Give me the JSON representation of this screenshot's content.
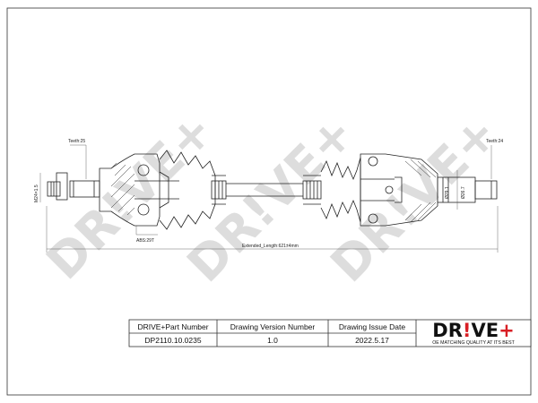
{
  "dimensions": {
    "thread_left": "Teeth:25",
    "thread_right": "Teeth:24",
    "left_diameter": "M24×1.5",
    "abs": "ABS:29T",
    "extended_length": "Extended_Length:621±4mm",
    "right_dim_a": "Ø29.1",
    "right_dim_b": "Ø26.7"
  },
  "watermark": "DR!VE+",
  "title_block": {
    "headers": [
      "DRIVE+Part Number",
      "Drawing Version Number",
      "Drawing Issue Date"
    ],
    "values": [
      "DP2110.10.0235",
      "1.0",
      "2022.5.17"
    ]
  },
  "brand": {
    "logo_text": "DR!VE+",
    "tagline": "OE MATCHING QUALITY AT ITS BEST",
    "color_red": "#d81e24",
    "color_black": "#111111"
  }
}
